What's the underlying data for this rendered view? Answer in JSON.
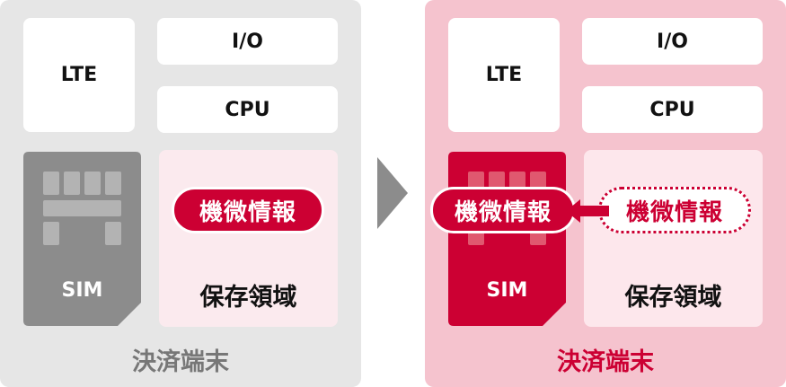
{
  "left_panel": {
    "lte": "LTE",
    "io": "I/O",
    "cpu": "CPU",
    "sim": "SIM",
    "info_pill": "機微情報",
    "storage": "保存領域",
    "terminal": "決済端末"
  },
  "right_panel": {
    "lte": "LTE",
    "io": "I/O",
    "cpu": "CPU",
    "sim": "SIM",
    "info_pill_sim": "機微情報",
    "info_pill_storage": "機微情報",
    "storage": "保存領域",
    "terminal": "決済端末"
  },
  "colors": {
    "accent": "#cc0033",
    "left_bg": "#e6e6e6",
    "right_bg": "#f5c3ce",
    "sim_gray": "#8c8c8c"
  }
}
